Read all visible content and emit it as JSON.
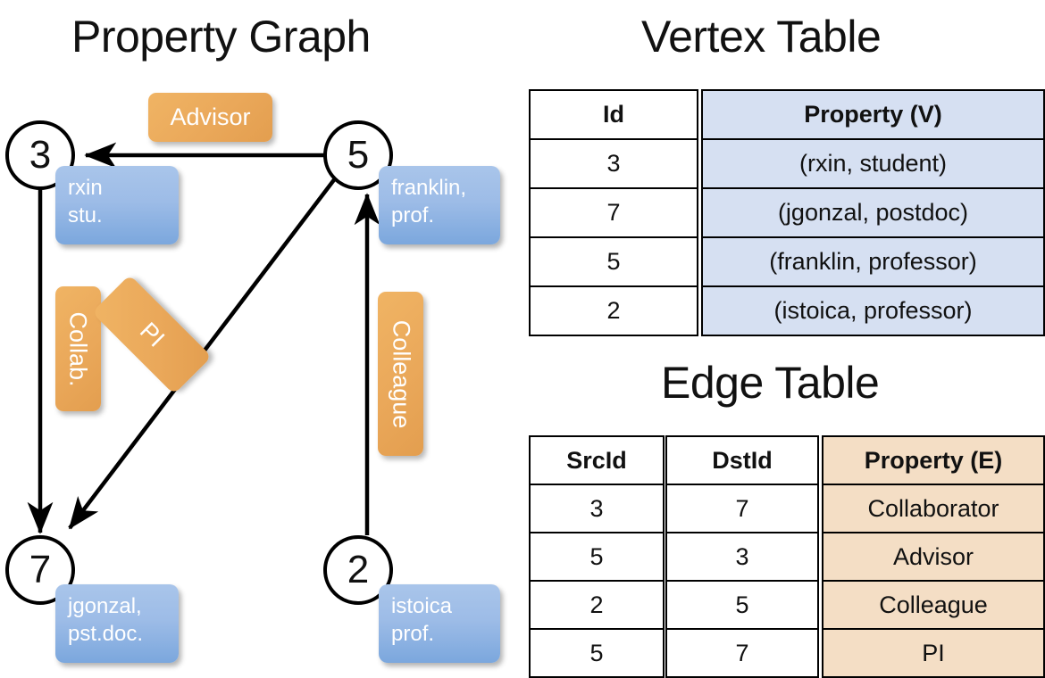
{
  "titles": {
    "property_graph": "Property Graph",
    "vertex_table": "Vertex Table",
    "edge_table": "Edge Table"
  },
  "colors": {
    "vertex_property_fill": "#d6e0f2",
    "edge_property_fill": "#f4dec5",
    "node_box_blue": "#9dbce7",
    "edge_label_orange": "#eaa85a",
    "stroke": "#000000",
    "background": "#ffffff"
  },
  "graph": {
    "nodes": [
      {
        "id": "3",
        "name": "rxin",
        "role": "stu.",
        "box_lines": [
          "rxin",
          "stu."
        ]
      },
      {
        "id": "5",
        "name": "franklin",
        "role": "prof.",
        "box_lines": [
          "franklin,",
          "prof."
        ]
      },
      {
        "id": "7",
        "name": "jgonzal",
        "role": "pst.doc.",
        "box_lines": [
          "jgonzal,",
          "pst.doc."
        ]
      },
      {
        "id": "2",
        "name": "istoica",
        "role": "prof.",
        "box_lines": [
          "istoica",
          "prof."
        ]
      }
    ],
    "edge_labels": [
      {
        "key": "advisor",
        "label": "Advisor",
        "orientation": "horizontal"
      },
      {
        "key": "collab",
        "label": "Collab.",
        "orientation": "vertical"
      },
      {
        "key": "pi",
        "label": "PI",
        "orientation": "vertical-rotated"
      },
      {
        "key": "colleague",
        "label": "Colleague",
        "orientation": "vertical"
      }
    ],
    "edges": [
      {
        "from": "3",
        "to": "7",
        "label": "Collab."
      },
      {
        "from": "5",
        "to": "3",
        "label": "Advisor"
      },
      {
        "from": "2",
        "to": "5",
        "label": "Colleague"
      },
      {
        "from": "5",
        "to": "7",
        "label": "PI"
      }
    ]
  },
  "vertex_table": {
    "headers": [
      "Id",
      "Property (V)"
    ],
    "rows": [
      {
        "id": "3",
        "property": "(rxin, student)"
      },
      {
        "id": "7",
        "property": "(jgonzal, postdoc)"
      },
      {
        "id": "5",
        "property": "(franklin, professor)"
      },
      {
        "id": "2",
        "property": "(istoica, professor)"
      }
    ]
  },
  "edge_table": {
    "headers": [
      "SrcId",
      "DstId",
      "Property (E)"
    ],
    "rows": [
      {
        "src": "3",
        "dst": "7",
        "property": "Collaborator"
      },
      {
        "src": "5",
        "dst": "3",
        "property": "Advisor"
      },
      {
        "src": "2",
        "dst": "5",
        "property": "Colleague"
      },
      {
        "src": "5",
        "dst": "7",
        "property": "PI"
      }
    ]
  }
}
